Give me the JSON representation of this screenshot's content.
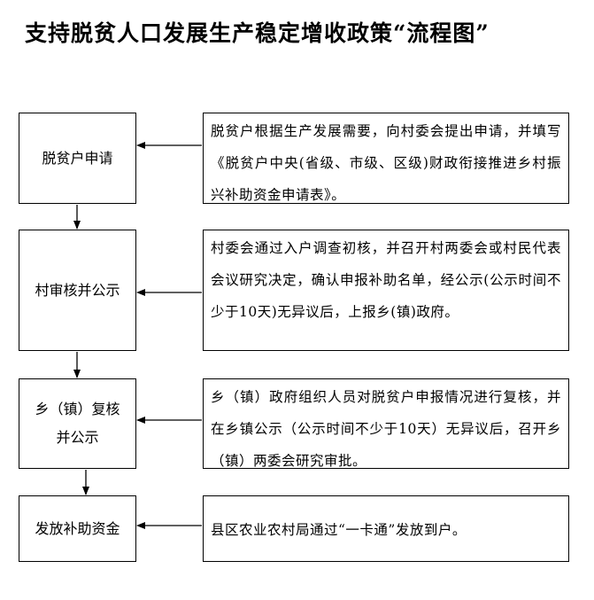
{
  "title": "支持脱贫人口发展生产稳定增收政策“流程图”",
  "steps": [
    {
      "label": "脱贫户申请",
      "description": "脱贫户根据生产发展需要，向村委会提出申请，并填写《脱贫户中央(省级、市级、区级)财政衔接推进乡村振兴补助资金申请表》。"
    },
    {
      "label": "村审核并公示",
      "description": "村委会通过入户调查初核，并召开村两委会或村民代表会议研究决定，确认申报补助名单，经公示(公示时间不少于10天)无异议后，上报乡(镇)政府。"
    },
    {
      "label_line1": "乡（镇）复核",
      "label_line2": "并公示",
      "description": "乡（镇）政府组织人员对脱贫户申报情况进行复核，并在乡镇公示（公示时间不少于10天）无异议后，召开乡（镇）两委会研究审批。"
    },
    {
      "label": "发放补助资金",
      "description": "县区农业农村局通过“一卡通”发放到户。"
    }
  ]
}
